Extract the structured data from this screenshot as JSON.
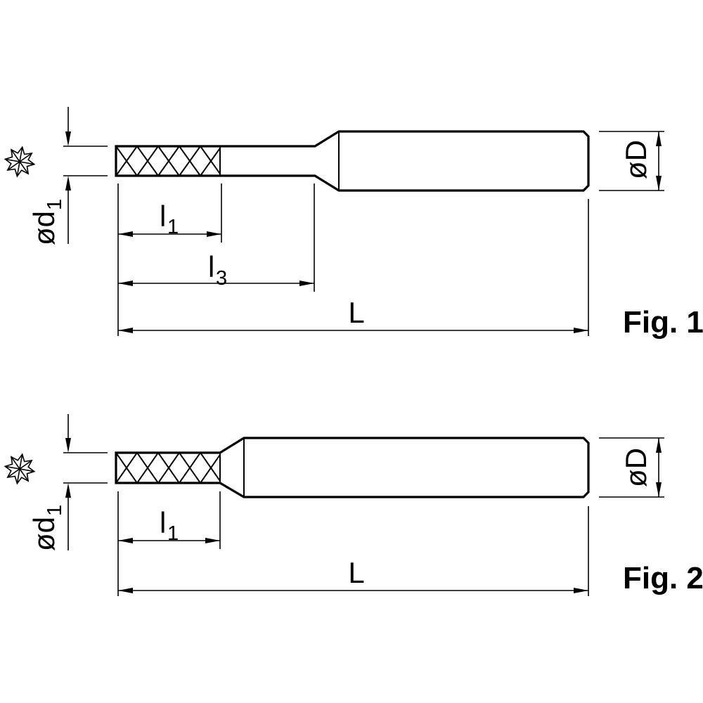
{
  "page": {
    "background_color": "#ffffff",
    "line_color": "#000000"
  },
  "fig1": {
    "caption": "Fig. 1",
    "icon": "cross-cut-toothing-icon",
    "dims": {
      "d1": {
        "base": "ød",
        "sub": "1"
      },
      "l1": {
        "base": "l",
        "sub": "1"
      },
      "l3": {
        "base": "l",
        "sub": "3"
      },
      "L": {
        "base": "L"
      },
      "D": {
        "base": "øD"
      }
    }
  },
  "fig2": {
    "caption": "Fig. 2",
    "icon": "cross-cut-toothing-icon",
    "dims": {
      "d1": {
        "base": "ød",
        "sub": "1"
      },
      "l1": {
        "base": "l",
        "sub": "1"
      },
      "L": {
        "base": "L"
      },
      "D": {
        "base": "øD"
      }
    }
  }
}
